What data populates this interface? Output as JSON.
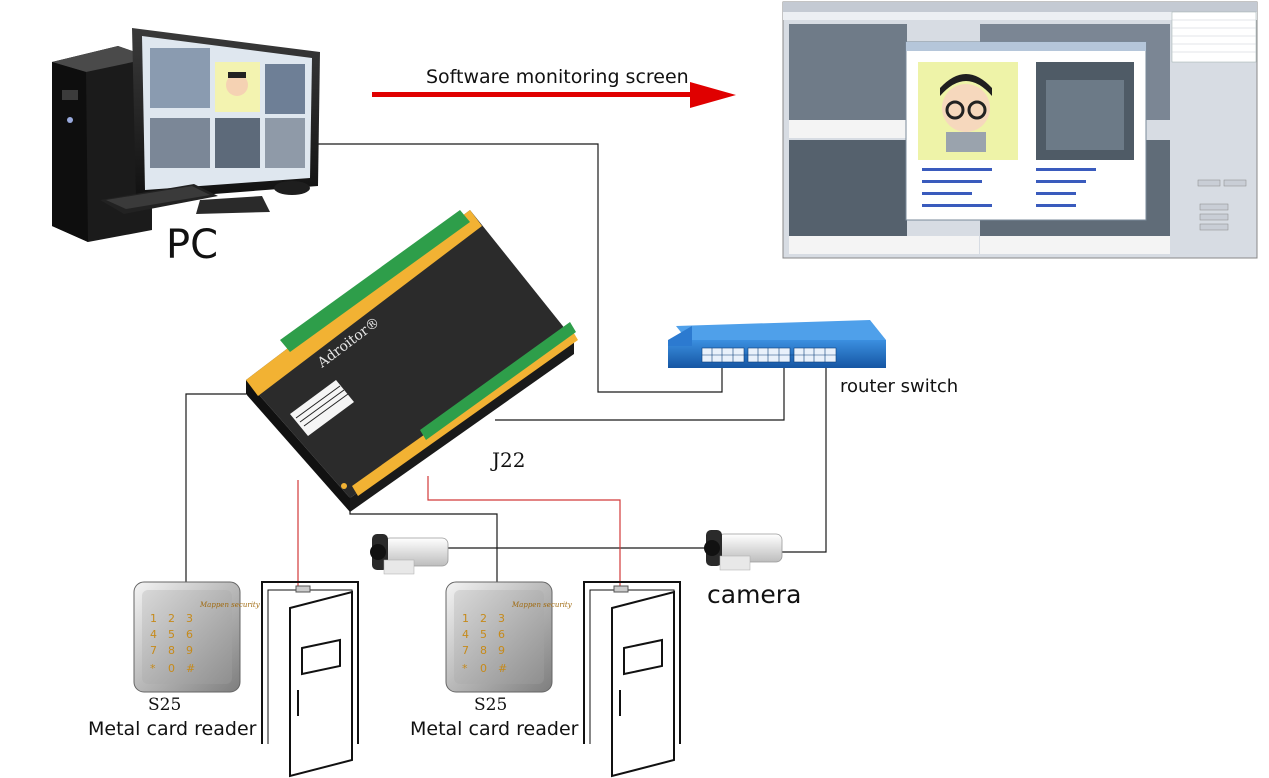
{
  "labels": {
    "pc": "PC",
    "software_monitoring": "Software monitoring screen",
    "router_switch": "router switch",
    "camera": "camera",
    "controller_model": "J22",
    "controller_brand": "Adroitor®",
    "reader1_model": "S25",
    "reader1_name": "Metal card reader",
    "reader2_model": "S25",
    "reader2_name": "Metal card reader",
    "reader_brand": "Mappen security",
    "keypad": [
      "1",
      "2",
      "3",
      "4",
      "5",
      "6",
      "7",
      "8",
      "9",
      "*",
      "0",
      "#"
    ]
  },
  "colors": {
    "arrow": "#e00000",
    "wire_black": "#1a1a1a",
    "wire_red": "#d23a3a",
    "switch_blue": "#1e6fc4",
    "terminal_orange": "#f2b233",
    "terminal_green": "#2e9e4a",
    "controller_body": "#2a2a2a"
  },
  "icons": [
    "desktop-computer-icon",
    "monitoring-screenshot-icon",
    "network-switch-icon",
    "access-controller-icon",
    "bullet-camera-icon",
    "card-reader-icon",
    "door-icon"
  ]
}
